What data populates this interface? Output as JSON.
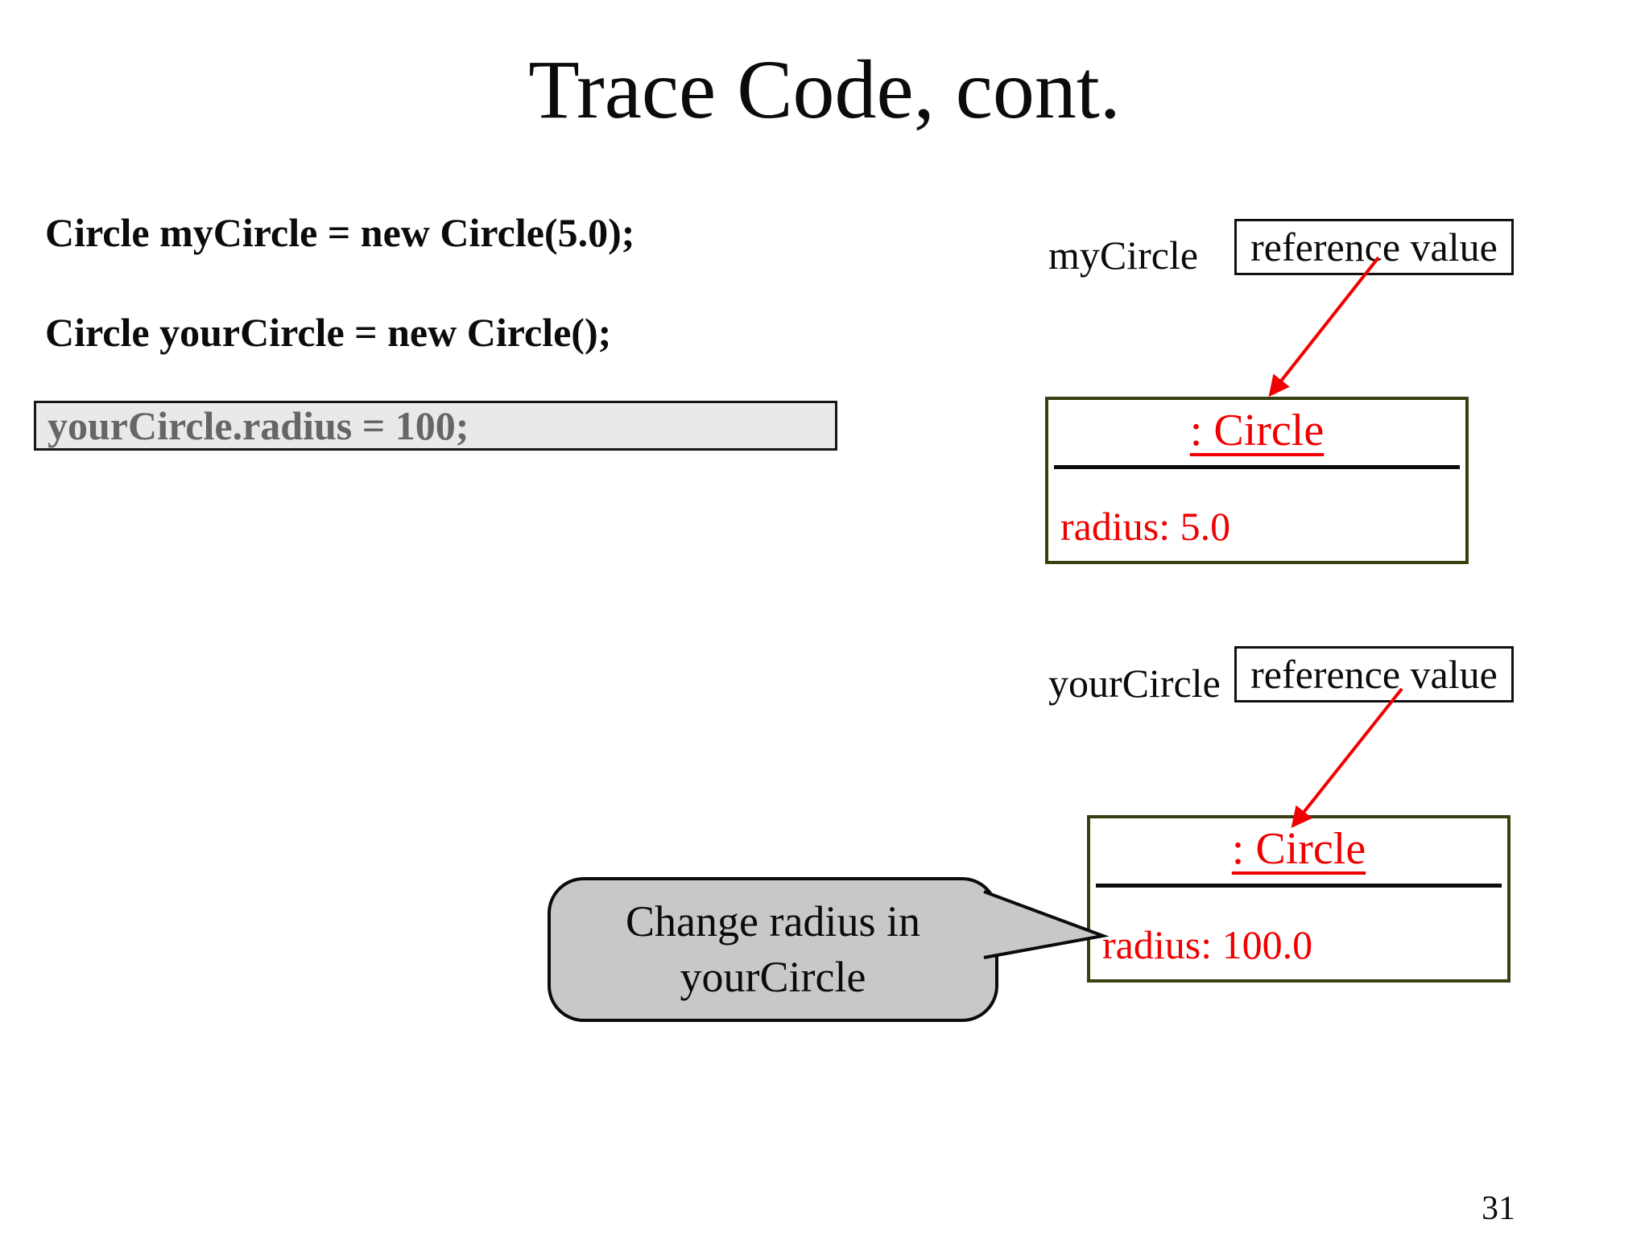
{
  "slide": {
    "title": "Trace Code, cont.",
    "page_number": "31",
    "code": {
      "line1": "Circle myCircle = new Circle(5.0);",
      "line2": "Circle yourCircle = new Circle();",
      "highlighted": "yourCircle.radius = 100;"
    },
    "diagram": {
      "my_circle": {
        "var_label": "myCircle",
        "ref_label": "reference value",
        "class_label": ": Circle",
        "field_label": "radius: 5.0"
      },
      "your_circle": {
        "var_label": "yourCircle",
        "ref_label": "reference value",
        "class_label": ": Circle",
        "field_label": "radius: 100.0"
      }
    },
    "callout": {
      "line1": "Change radius in",
      "line2": "yourCircle"
    },
    "colors": {
      "accent_red": "#f00000",
      "object_box_border": "#3b3e10",
      "callout_fill": "#c8c8c8",
      "highlight_fill": "#e9e9e9",
      "highlight_text": "#666666",
      "background": "#ffffff"
    }
  }
}
